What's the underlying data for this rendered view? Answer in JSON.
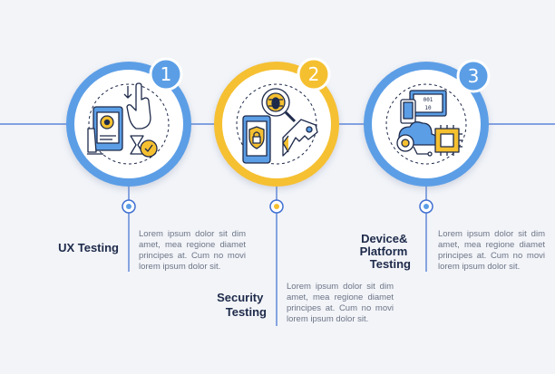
{
  "steps": [
    {
      "number": "1",
      "title": "UX Testing",
      "text": "Lorem ipsum dolor sit dim amet, mea regione diamet principes at. Cum no movi lorem ipsum dolor sit.",
      "accent": "#5b9ee6",
      "icon": "ux-testing-icon"
    },
    {
      "number": "2",
      "title": "Security Testing",
      "text": "Lorem ipsum dolor sit dim amet, mea regione diamet principes at. Cum no movi lorem ipsum dolor sit.",
      "accent": "#f5c030",
      "icon": "security-testing-icon"
    },
    {
      "number": "3",
      "title": "Device& Platform Testing",
      "text": "Lorem ipsum dolor sit dim amet, mea regione diamet principes at. Cum no movi lorem ipsum dolor sit.",
      "accent": "#5b9ee6",
      "icon": "device-platform-testing-icon"
    }
  ],
  "colors": {
    "line": "#3f6fd1",
    "circle_fill": "#ffffff",
    "dark": "#1e2a4a"
  }
}
